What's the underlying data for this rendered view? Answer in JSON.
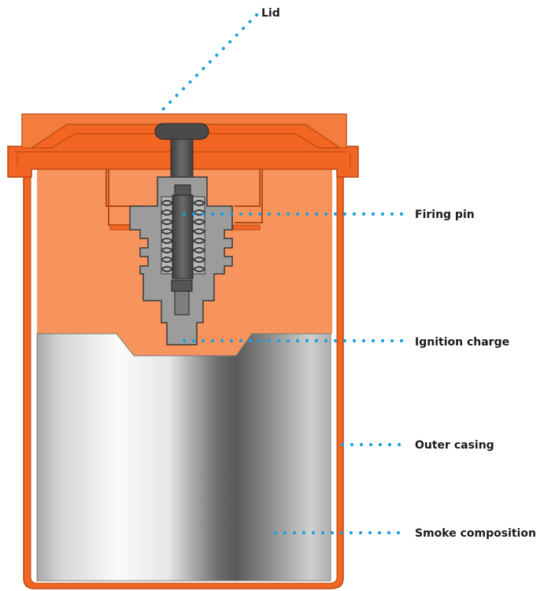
{
  "labels": {
    "lid": "Lid",
    "firing_pin": "Firing pin",
    "ignition_charge": "Ignition charge",
    "outer_casing": "Outer casing",
    "smoke_composition": "Smoke composition"
  },
  "colors": {
    "casing_orange": "#f26522",
    "inner_fill": "#f7935c",
    "leader_blue": "#1aa0de",
    "mechanism_grey": "#9c9c9c",
    "pin_dark": "#555555"
  }
}
